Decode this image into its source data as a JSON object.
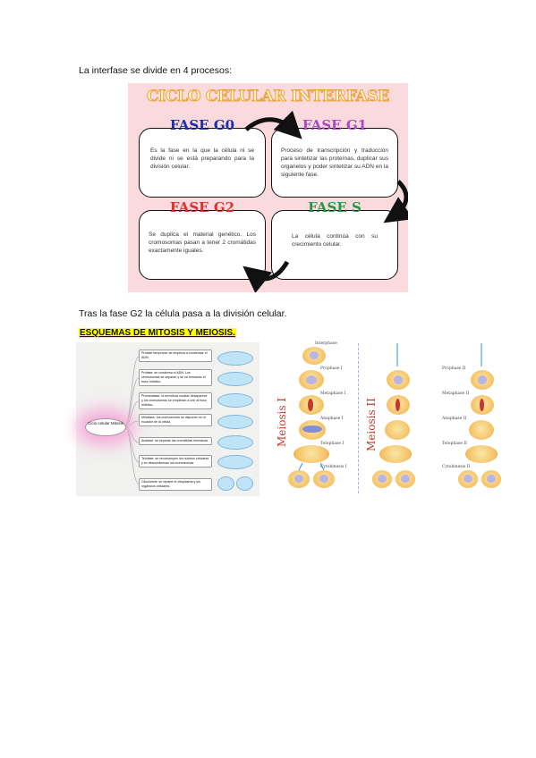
{
  "intro_text": "La interfase se divide en 4 procesos:",
  "cycle": {
    "title": "CICLO CELULAR INTERFASE",
    "phases": [
      {
        "name": "FASE G0",
        "color": "#1a2fa8",
        "text": "Es la fase en la que la célula ni se divide ni se está preparando para la división celular."
      },
      {
        "name": "FASE G1",
        "color": "#a64bc2",
        "text": "Proceso de transcripción y traducción para sintetizar las proteínas, duplicar sus organelos y poder sintetizar su ADN en la siguiente fase."
      },
      {
        "name": "FASE G2",
        "color": "#e0302a",
        "text": "Se duplica el material genético. Los cromosomas pasan a tener 2 cromátidas exactamente iguales."
      },
      {
        "name": "FASE S",
        "color": "#1f9a45",
        "text": "La célula continúa con su crecimiento celular."
      }
    ]
  },
  "after_text": "Tras la fase G2 la célula pasa a la división celular.",
  "heading": "ESQUEMAS DE MITOSIS Y MEIOSIS.",
  "mitosis": {
    "center": "Ciclo celular Mitosis",
    "stages": [
      "Profase temprana: se empieza a condensar el ADN.",
      "Profase: se condensa el ADN. Los centrosomas se separan y se va formando el huso mitótico.",
      "Prometafase: la envoltura nuclear desaparece y los cromosomas se empiezan a unir al huso mitótico.",
      "Metafase: los cromosomas se disponen en el ecuador de la célula.",
      "Anafase: se separan las cromátidas hermanas.",
      "Telofase: se reconstruyen los núcleos celulares y se descondensan los cromosomas.",
      "Citocinesis: se reparte el citoplasma y los orgánulos celulares."
    ]
  },
  "meiosis": {
    "label_1": "Meiosis I",
    "label_2": "Meiosis II",
    "stages_1": [
      "Interphase",
      "Prophase I",
      "Metaphase I",
      "Anaphase I",
      "Telophase I",
      "Cytokinesis I"
    ],
    "stages_2": [
      "Prophase II",
      "Metaphase II",
      "Anaphase II",
      "Telophase II",
      "Cytokinesis II"
    ]
  }
}
